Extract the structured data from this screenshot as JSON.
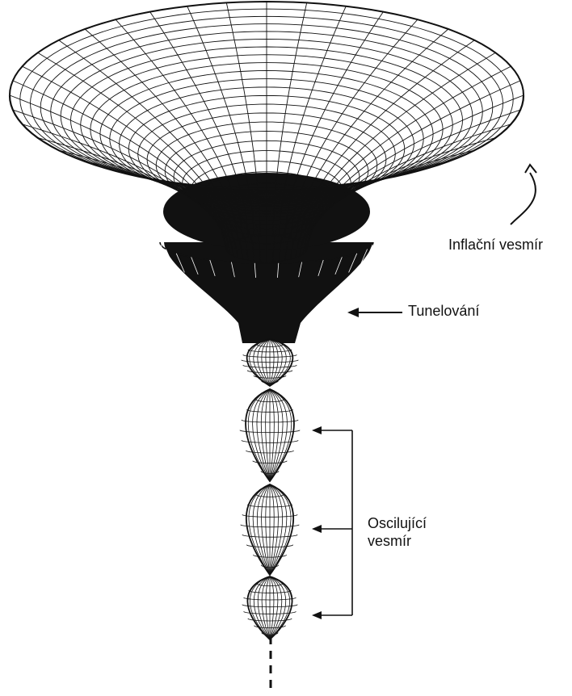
{
  "labels": {
    "inflationary": "Inflační vesmír",
    "tunneling": "Tunelování",
    "oscillating_line1": "Oscilující",
    "oscillating_line2": "vesmír"
  },
  "colors": {
    "ink": "#111111",
    "paper": "#ffffff"
  }
}
